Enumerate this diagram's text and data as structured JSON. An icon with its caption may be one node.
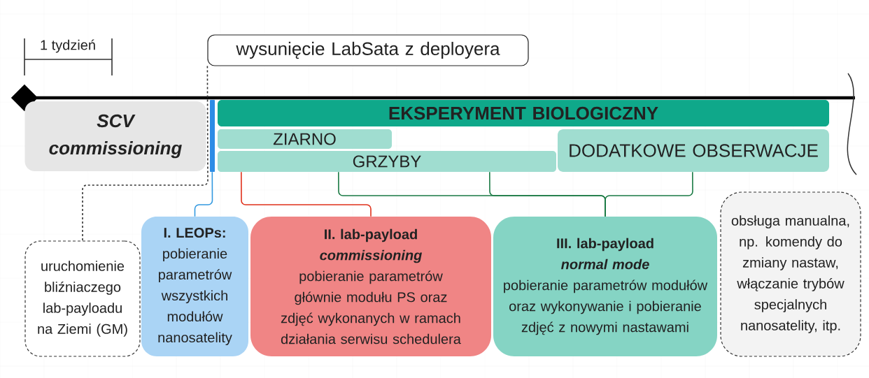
{
  "diagram": {
    "nodes": [
      {
        "text": [
          "wysunięcie LabSata z deployera"
        ]
      },
      {
        "text": [
          "SCV commissioning"
        ]
      },
      {
        "text": [],
        "shape": "bar"
      },
      {
        "text": [
          "EKSPERYMENT BIOLOGICZNY"
        ]
      },
      {
        "text": [
          "ZIARNO"
        ]
      },
      {
        "text": [
          "GRZYBY"
        ]
      },
      {
        "text": [
          "DODATKOWE OBSERWACJE"
        ]
      },
      {
        "text": [
          "uruchomienie bliźniaczego lab-payloadu na Ziemi (GM)"
        ]
      },
      {
        "text": [
          "I. LEOPs:",
          "pobieranie parametrów wszystkich modułów nanosatelity"
        ]
      },
      {
        "text": [
          "II. lab-payload",
          "commissioning",
          "pobieranie parametrów głównie modułu PS oraz zdjęć wykonanych w ramach działania serwisu schedulera"
        ]
      },
      {
        "text": [
          "III. lab-payload",
          "normal mode",
          "pobieranie parametrów modułów oraz wykonywanie i pobieranie zdjęć z nowymi nastawami"
        ]
      },
      {
        "text": [
          "obsługa manualna, np. komendy do zmiany nastaw, włączanie trybów specjalnych nanosatelity, itp."
        ]
      }
    ],
    "edges": [
      {
        "from": 0,
        "to": 7,
        "arrow": "none",
        "style": "dashed",
        "color": "#333333"
      },
      {
        "from": 2,
        "to": 8,
        "arrow": "none",
        "color": "#3399e0"
      },
      {
        "from": 5,
        "to": 9,
        "arrow": "none",
        "color": "#e0301a"
      },
      {
        "from": 5,
        "to": 10,
        "arrow": "none",
        "color": "#1a7a44"
      },
      {
        "from": 5,
        "to": 10,
        "arrow": "none",
        "color": "#1a7a44"
      },
      {
        "from": 6,
        "to": 10,
        "arrow": "none",
        "color": "#1a7a44"
      }
    ],
    "labels": [
      "1 tydzień"
    ]
  }
}
